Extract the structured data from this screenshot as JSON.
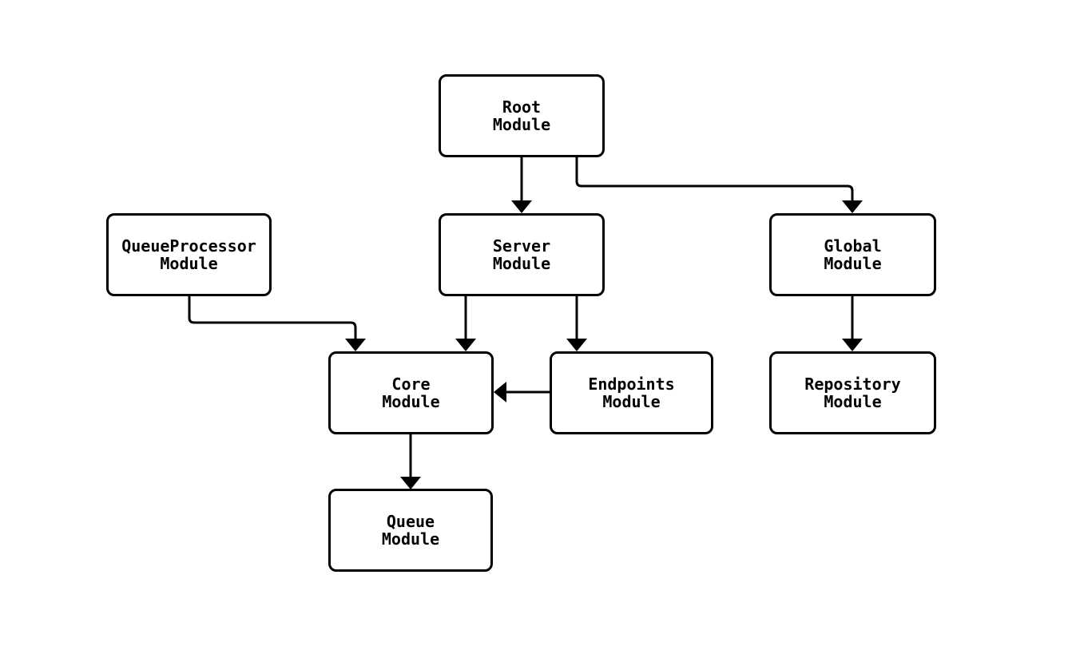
{
  "diagram": {
    "type": "flowchart-module-dependency",
    "colors": {
      "background": "#ffffff",
      "stroke": "#000000",
      "text": "#000000"
    },
    "nodes": {
      "root": {
        "line1": "Root",
        "line2": "Module"
      },
      "queueprocessor": {
        "line1": "QueueProcessor",
        "line2": "Module"
      },
      "server": {
        "line1": "Server",
        "line2": "Module"
      },
      "global": {
        "line1": "Global",
        "line2": "Module"
      },
      "core": {
        "line1": "Core",
        "line2": "Module"
      },
      "endpoints": {
        "line1": "Endpoints",
        "line2": "Module"
      },
      "repository": {
        "line1": "Repository",
        "line2": "Module"
      },
      "queue": {
        "line1": "Queue",
        "line2": "Module"
      }
    },
    "edges": [
      {
        "from": "Root Module",
        "to": "Server Module"
      },
      {
        "from": "Root Module",
        "to": "Global Module"
      },
      {
        "from": "QueueProcessor Module",
        "to": "Core Module"
      },
      {
        "from": "Server Module",
        "to": "Core Module"
      },
      {
        "from": "Server Module",
        "to": "Endpoints Module"
      },
      {
        "from": "Global Module",
        "to": "Repository Module"
      },
      {
        "from": "Endpoints Module",
        "to": "Core Module"
      },
      {
        "from": "Core Module",
        "to": "Queue Module"
      }
    ]
  }
}
